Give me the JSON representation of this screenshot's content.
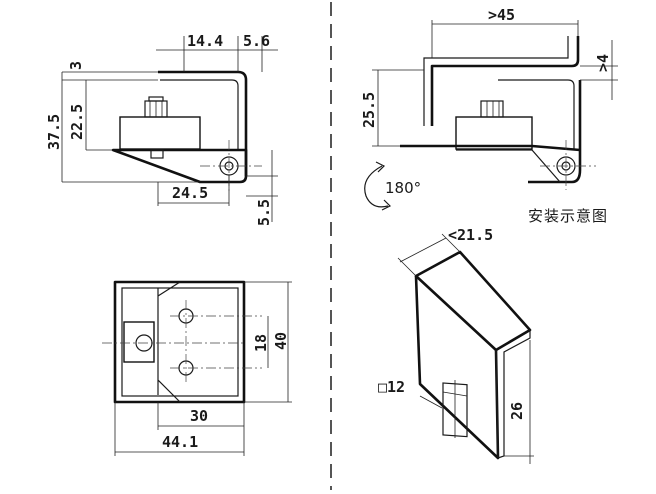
{
  "dimensions": {
    "top_width_small": "14.4",
    "top_width_offset": "5.6",
    "lip_height": "3",
    "total_height": "37.5",
    "body_height": "22.5",
    "base_length": "24.5",
    "hole_offset": "5.5",
    "installed_length": ">45",
    "installed_offset": ">4",
    "installed_height": "25.5",
    "rotation": "180°",
    "hole_spacing": "18",
    "plate_height": "40",
    "plate_width_inner": "30",
    "plate_width_outer": "44.1",
    "iso_width": "<21.5",
    "iso_height": "26",
    "iso_cutout": "□12"
  },
  "labels": {
    "install_diagram": "安装示意图"
  }
}
